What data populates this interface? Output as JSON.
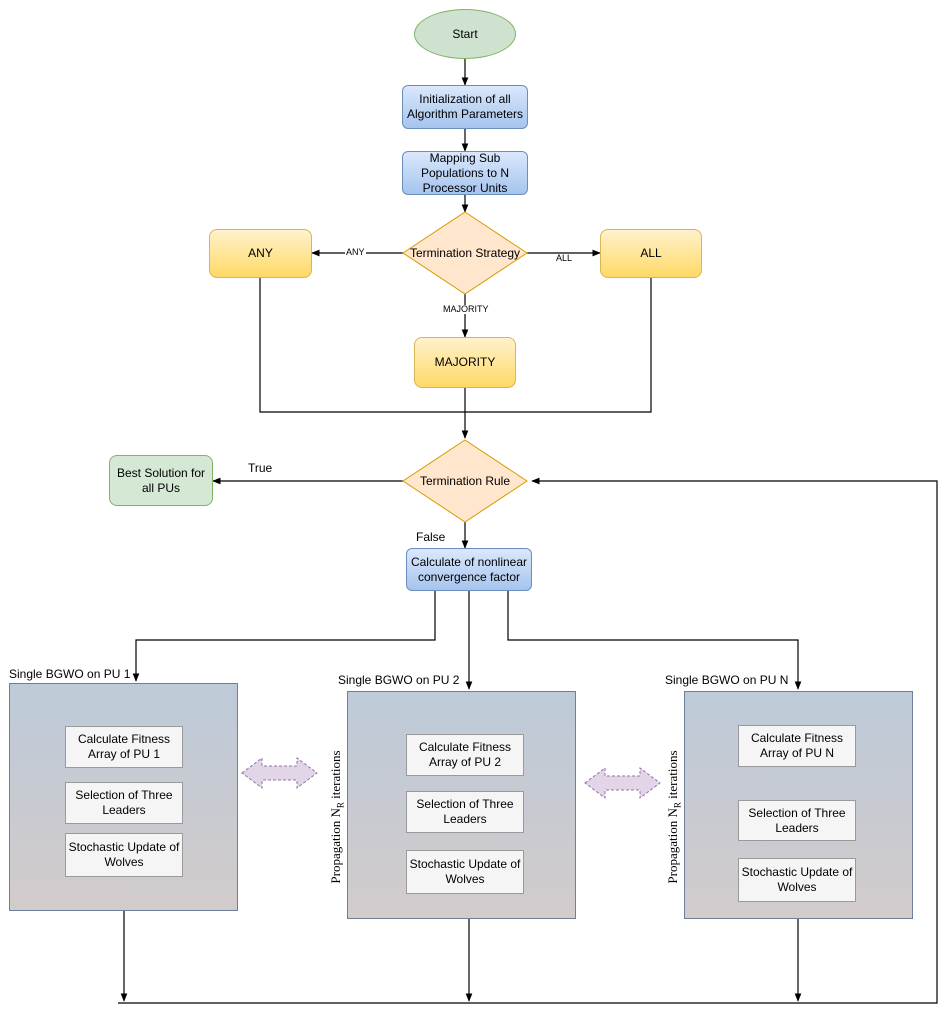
{
  "nodes": {
    "start": "Start",
    "init": "Initialization of all Algorithm Parameters",
    "mapping": "Mapping Sub Populations to N Processor Units",
    "strategy": "Termination Strategy",
    "any": "ANY",
    "all": "ALL",
    "majority": "MAJORITY",
    "rule": "Termination Rule",
    "best": "Best Solution for all PUs",
    "factor": "Calculate of nonlinear convergence factor"
  },
  "edge_labels": {
    "any": "ANY",
    "all": "ALL",
    "majority": "MAJORITY",
    "true": "True",
    "false": "False"
  },
  "panels": [
    {
      "title": "Single BGWO on PU 1",
      "steps": [
        "Calculate Fitness Array of PU 1",
        "Selection of Three Leaders",
        "Stochastic Update of Wolves"
      ]
    },
    {
      "title": "Single BGWO on PU 2",
      "steps": [
        "Calculate Fitness Array of PU 2",
        "Selection of Three Leaders",
        "Stochastic Update of Wolves"
      ]
    },
    {
      "title": "Single BGWO on PU N",
      "steps": [
        "Calculate Fitness Array of PU N",
        "Selection of Three Leaders",
        "Stochastic Update of Wolves"
      ]
    }
  ],
  "propagation": {
    "text": "Propagation N",
    "sub": "R",
    "suffix": " iterations"
  },
  "colors": {
    "start_fill": "#cfe1cf",
    "process_fill": "#a6c4ee",
    "decision_fill": "#ffe6cc",
    "strategy_fill": "#ffd966",
    "result_fill": "#d5e8d4",
    "panel_fill": "#bdcad8",
    "step_fill": "#f5f5f5",
    "exchange_arrow": "#e1d5e7"
  }
}
